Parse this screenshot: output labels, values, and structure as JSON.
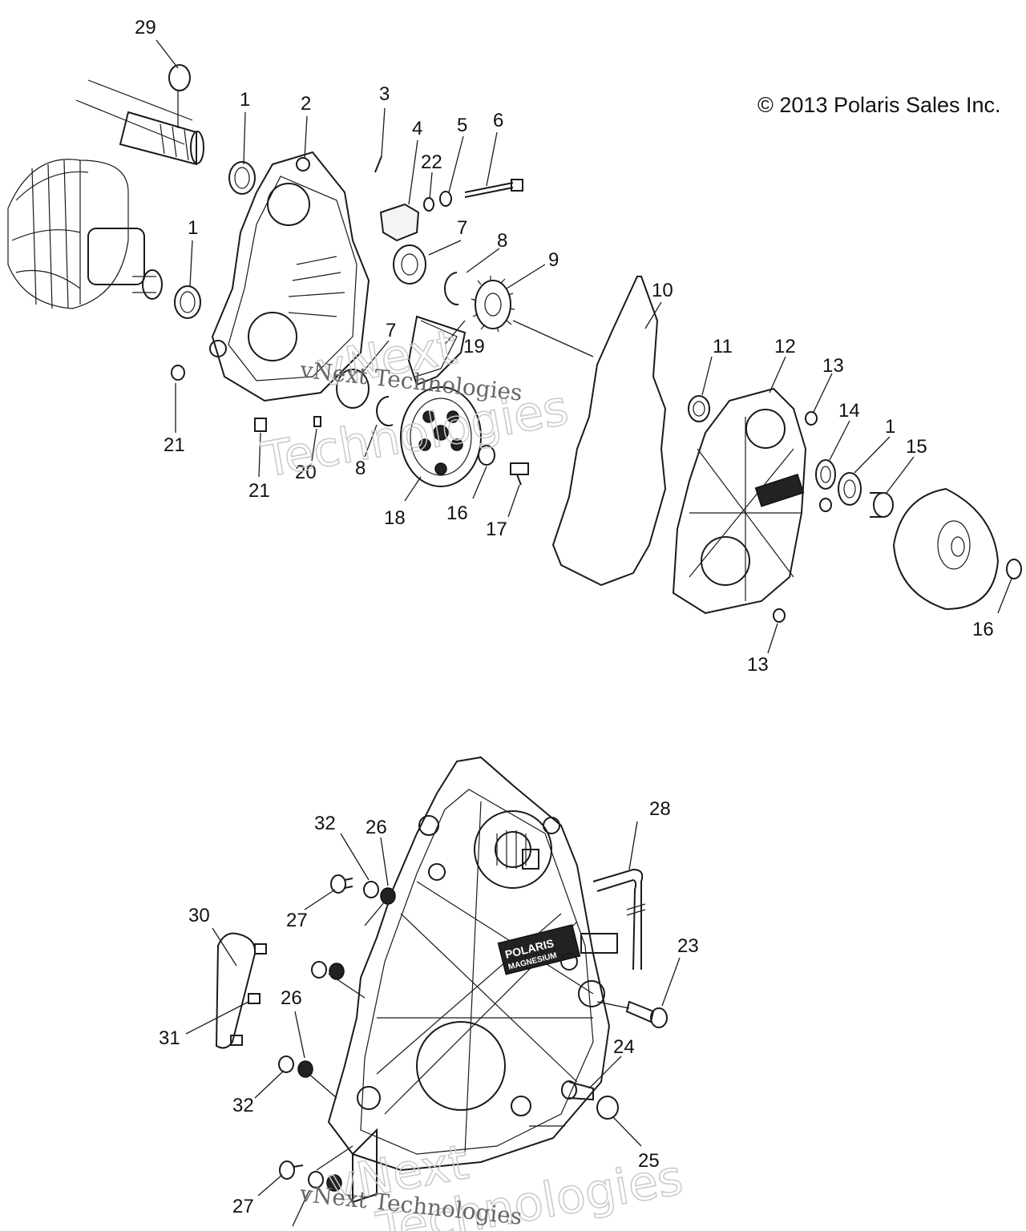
{
  "copyright": "© 2013 Polaris Sales Inc.",
  "watermark": {
    "brand": "vNext",
    "subtitle": "Technologies",
    "full": "vNext Technologies"
  },
  "badge": {
    "line1": "POLARIS",
    "line2": "MAGNESIUM"
  },
  "callouts": {
    "c29": "29",
    "c1a": "1",
    "c2": "2",
    "c3": "3",
    "c4": "4",
    "c22": "22",
    "c5": "5",
    "c6": "6",
    "c1b": "1",
    "c7a": "7",
    "c8a": "8",
    "c9": "9",
    "c10": "10",
    "c7b": "7",
    "c19": "19",
    "c11": "11",
    "c12": "12",
    "c13a": "13",
    "c14": "14",
    "c1c": "1",
    "c15": "15",
    "c21a": "21",
    "c20": "20",
    "c8b": "8",
    "c21b": "21",
    "c18": "18",
    "c16a": "16",
    "c17": "17",
    "c16b": "16",
    "c13b": "13",
    "c32a": "32",
    "c26a": "26",
    "c28": "28",
    "c30": "30",
    "c27a": "27",
    "c23": "23",
    "c26b": "26",
    "c31": "31",
    "c24": "24",
    "c32b": "32",
    "c25": "25",
    "c27b": "27"
  }
}
